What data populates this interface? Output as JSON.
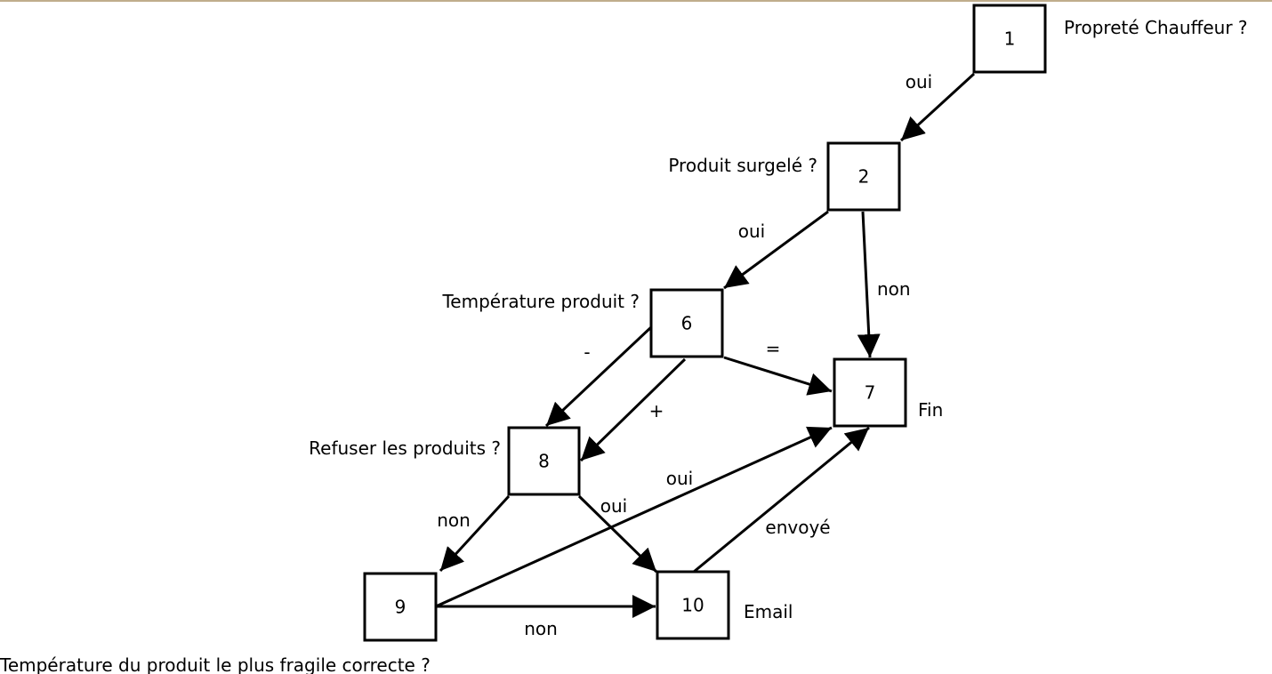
{
  "nodes": [
    {
      "id": "1",
      "label": "Propreté Chauffeur ?"
    },
    {
      "id": "2",
      "label": "Produit surgelé ?"
    },
    {
      "id": "6",
      "label": "Température produit ?"
    },
    {
      "id": "7",
      "label": "Fin"
    },
    {
      "id": "8",
      "label": "Refuser les produits ?"
    },
    {
      "id": "9",
      "label": "Température du produit le plus fragile correcte ?"
    },
    {
      "id": "10",
      "label": "Email"
    }
  ],
  "edges": [
    {
      "from": "1",
      "to": "2",
      "label": "oui"
    },
    {
      "from": "2",
      "to": "6",
      "label": "oui"
    },
    {
      "from": "2",
      "to": "7",
      "label": "non"
    },
    {
      "from": "6",
      "to": "8",
      "label": "-"
    },
    {
      "from": "6",
      "to": "7",
      "label": "="
    },
    {
      "from": "6",
      "to": "8",
      "label": "+"
    },
    {
      "from": "8",
      "to": "9",
      "label": "non"
    },
    {
      "from": "8",
      "to": "10",
      "label": "oui"
    },
    {
      "from": "9",
      "to": "7",
      "label": "oui"
    },
    {
      "from": "9",
      "to": "10",
      "label": "non"
    },
    {
      "from": "10",
      "to": "7",
      "label": "envoyé"
    }
  ],
  "colors": {
    "line": "#000000",
    "box_fill": "#ffffff",
    "top_rule": "#c0ad8c"
  }
}
